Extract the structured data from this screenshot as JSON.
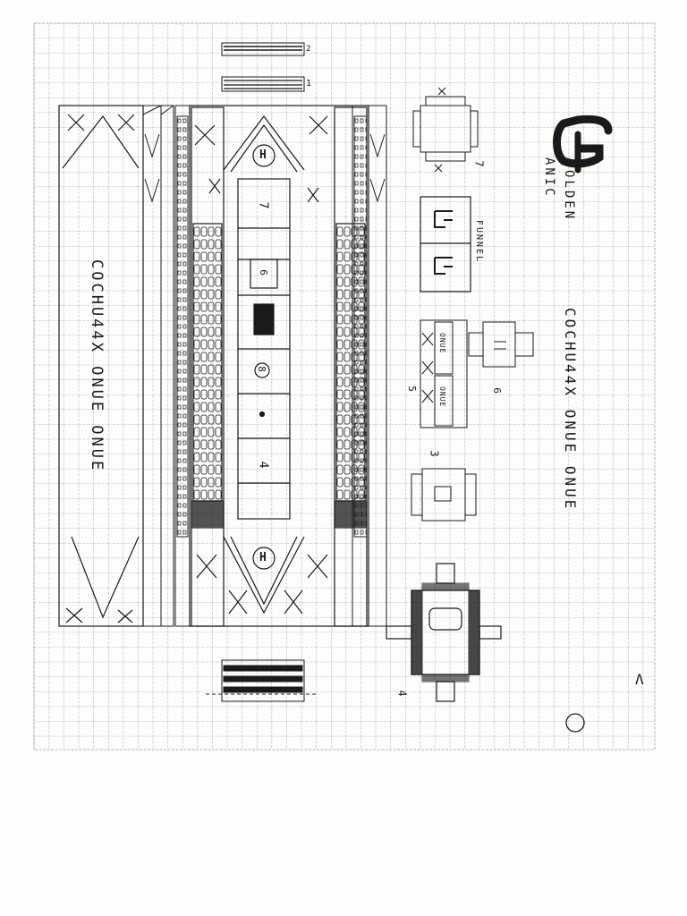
{
  "sheet": {
    "title_main": "COCHU44X ONUE ONUE",
    "title_side": "COCHU44X ONUE ONUE",
    "brand": {
      "logo_letters": "GF",
      "line1": "OLDEN",
      "line2": "ANIC"
    },
    "funnel_label": "FUNNEL",
    "badge_letter": "H",
    "deck_numbers": [
      "7",
      "6",
      "8",
      "4"
    ],
    "part_numbers": [
      "1",
      "2",
      "3",
      "4",
      "5",
      "6",
      "7"
    ],
    "panel_words": [
      "ONUE",
      "ONUE"
    ],
    "signature": "Λ",
    "colors": {
      "ink": "#1a1a1a",
      "grid": "#9a9a9a",
      "paper": "#fdfdfb"
    }
  }
}
